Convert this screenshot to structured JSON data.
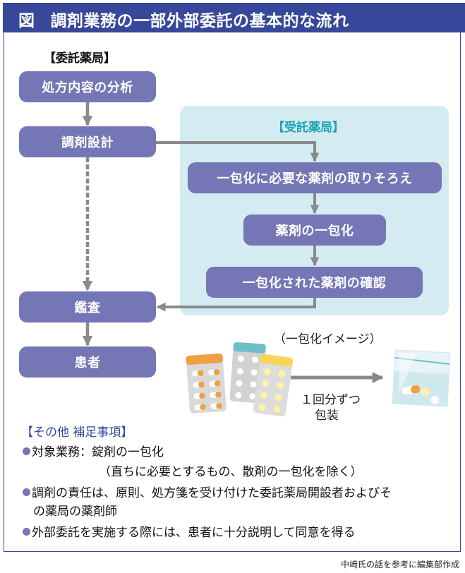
{
  "header": {
    "figure_label": "図",
    "title": "調剤業務の一部外部委託の基本的な流れ"
  },
  "colors": {
    "header_bg": "#37489a",
    "box_fill": "#7476b6",
    "panel_fill": "#d4ebf1",
    "connector": "#8a8a8a",
    "entrusted_label": "#1fa3b8",
    "notes_title": "#37489a"
  },
  "entrusting_pharmacy": {
    "label": "【委託薬局】",
    "steps": [
      {
        "id": "analysis",
        "label": "処方内容の分析"
      },
      {
        "id": "design",
        "label": "調剤設計"
      },
      {
        "id": "audit",
        "label": "鑑査"
      },
      {
        "id": "patient",
        "label": "患者"
      }
    ]
  },
  "entrusted_pharmacy": {
    "label": "【受託薬局】",
    "steps": [
      {
        "id": "gather",
        "label": "一包化に必要な薬剤の取りそろえ"
      },
      {
        "id": "pack",
        "label": "薬剤の一包化"
      },
      {
        "id": "verify",
        "label": "一包化された薬剤の確認"
      }
    ]
  },
  "illustration": {
    "caption": "（一包化イメージ）",
    "arrow_label_line1": "１回分ずつ",
    "arrow_label_line2": "包装",
    "items": [
      "blister-pack-orange-icon",
      "blister-pack-teal-icon",
      "blister-pack-yellow-icon",
      "unit-dose-bag-icon"
    ]
  },
  "notes": {
    "title": "【その他 補足事項】",
    "items": [
      {
        "lines": [
          "対象業務：錠剤の一包化",
          "（直ちに必要とするもの、散剤の一包化を除く）"
        ]
      },
      {
        "lines": [
          "調剤の責任は、原則、処方箋を受け付けた委託薬局開設者およびそ",
          "の薬局の薬剤師"
        ]
      },
      {
        "lines": [
          "外部委託を実施する際には、患者に十分説明して同意を得る"
        ]
      }
    ]
  },
  "credit": "中﨑氏の話を参考に編集部作成"
}
